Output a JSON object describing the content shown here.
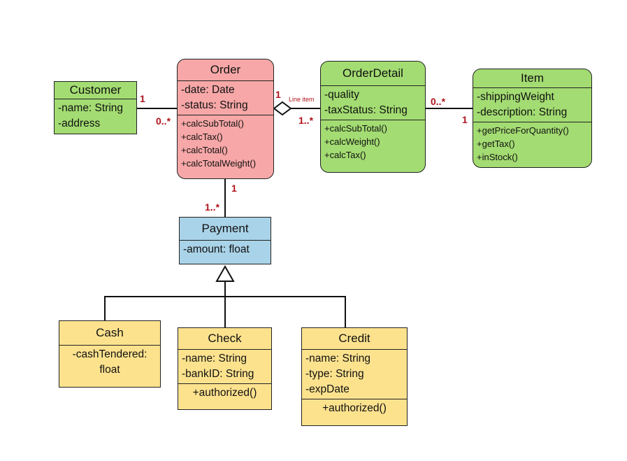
{
  "colors": {
    "order_fill": "#f7a7a7",
    "detail_fill": "#a3dc72",
    "customer_fill": "#a3dc72",
    "item_fill": "#a3dc72",
    "payment_fill": "#a9d3e8",
    "subclass_fill": "#fde28e",
    "multiplicity": "#b0141c"
  },
  "classes": {
    "customer": {
      "name": "Customer",
      "attributes": [
        "-name: String",
        "-address"
      ]
    },
    "order": {
      "name": "Order",
      "attributes": [
        "-date: Date",
        "-status: String"
      ],
      "operations": [
        "+calcSubTotal()",
        "+calcTax()",
        "+calcTotal()",
        "+calcTotalWeight()"
      ]
    },
    "orderdetail": {
      "name": "OrderDetail",
      "attributes": [
        "-quality",
        "-taxStatus: String"
      ],
      "operations": [
        "+calcSubTotal()",
        "+calcWeight()",
        "+calcTax()"
      ]
    },
    "item": {
      "name": "Item",
      "attributes": [
        "-shippingWeight",
        "-description: String"
      ],
      "operations": [
        "+getPriceForQuantity()",
        "+getTax()",
        "+inStock()"
      ]
    },
    "payment": {
      "name": "Payment",
      "attributes": [
        "-amount: float"
      ]
    },
    "cash": {
      "name": "Cash",
      "attributes": [
        "-cashTendered:",
        "float"
      ]
    },
    "check": {
      "name": "Check",
      "attributes": [
        "-name: String",
        "-bankID: String"
      ],
      "operations": [
        "+authorized()"
      ]
    },
    "credit": {
      "name": "Credit",
      "attributes": [
        "-name: String",
        "-type: String",
        "-expDate"
      ],
      "operations": [
        "+authorized()"
      ]
    }
  },
  "associations": {
    "customer_order": {
      "customer_end": "1",
      "order_end": "0..*"
    },
    "order_detail": {
      "order_end": "1",
      "detail_end": "1..*",
      "label": "Line item"
    },
    "detail_item": {
      "detail_end": "0..*",
      "item_end": "1"
    },
    "order_payment": {
      "order_end": "1",
      "payment_end": "1..*"
    }
  }
}
